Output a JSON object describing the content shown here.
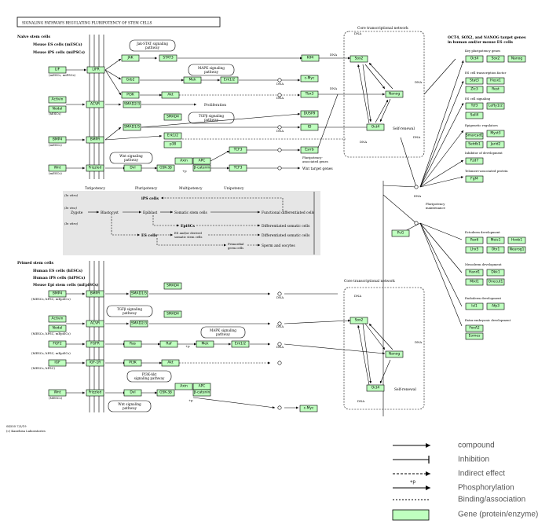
{
  "title": "SIGNALING PATHWAYS REGULATING PLURIPOTENCY OF STEM CELLS",
  "footer": {
    "code": "04550 7/3/19",
    "copyright": "(c) Kanehisa Laboratories"
  },
  "sections": {
    "naive_title": "Naive stem cells",
    "naive_mouse_es": "Mouse ES cells (mESCs)",
    "naive_mouse_ips": "Mouse iPS cells (miPSCs)",
    "primed_title": "Primed stem cells",
    "primed_human_es": "Human ES cells (hESCs)",
    "primed_human_ips": "Human iPS cells (hiPSCs)",
    "primed_mouse_epi": "Mouse Epi stem cells (mEpiSCs)",
    "core_network_top": "Core transcriptional network",
    "core_network_bottom": "Core transcriptional network",
    "target_genes_title_1": "OCT4, SOX2, and NANOG target genes",
    "target_genes_title_2": "in human and/or mouse ES cells",
    "self_renewal_top": "Self-renewal",
    "self_renewal_bottom": "Self-renewal",
    "pluripotency_maintenance_1": "Pluripotency",
    "pluripotency_maintenance_2": "maintenance",
    "proliferation": "Proliferation",
    "pluripotency_assoc_1": "Pluripotency-",
    "pluripotency_assoc_2": "associated genes",
    "wnt_target": "Wnt target genes"
  },
  "source_labels": {
    "lif_src": "(mESCs, miPSCs)",
    "nodal_src": "(hESCs)",
    "bmp4_src": "(mESCs)",
    "wnt_src": "(mESCs)",
    "bmp4b_src": "(MESCs, hPSC, mEpiSCs)",
    "nodalb_src": "(MESCs, hPSC, mEpiSCs)",
    "fgf2_src": "(MESCs, hPSC, mEpiSCs)",
    "igf_src": "(MESCs, hPSC)",
    "wntb_src": "(MESCs)"
  },
  "genes": {
    "lif": "LIF",
    "lifr": "LIFR",
    "jak": "JAK",
    "stat3": "STAT3",
    "klf4": "Klf4",
    "cmyc": "c-Myc",
    "grb2": "Grb2",
    "mek": "Mek",
    "erk12": "Erk1/2",
    "tbx3": "Tbx3",
    "pi3k": "PI3K",
    "akt": "Akt",
    "smad23": "SMAD2/3",
    "activin": "Activin",
    "nodal": "Nodal",
    "acvr": "ACVR",
    "smad4": "SMAD4",
    "dusp9": "DUSP9",
    "id": "ID",
    "bmp4": "BMP4",
    "bmpr": "BMPR",
    "smad15": "SMAD1/5",
    "erk12b": "Erk1/2",
    "p38": "p38",
    "tcf3": "TCF3",
    "esrrb": "Esrrb",
    "wnt": "Wnt",
    "frizzled": "Frizzled",
    "dvl": "Dvl",
    "gsk3b": "GSK-3β",
    "axin": "Axin",
    "apc": "APC",
    "bcatenin": "β-catenin",
    "tcf3b": "TCF3",
    "sox2": "Sox2",
    "nanog": "Nanog",
    "oct4": "Oct4",
    "t_oct4": "Oct4",
    "t_sox2": "Sox2",
    "t_nanog": "Nanog",
    "t_stat3": "Stat3",
    "t_hesx1": "Hesx1",
    "t_zic3": "Zic3",
    "t_rest": "Rest",
    "t_tcf3": "Tcf3",
    "t_lefty12": "Lefty1/2",
    "t_sall4": "Sall4",
    "t_smarcad1": "Smarcad1",
    "t_myst3": "Myst3",
    "t_setdb1": "Setdb1",
    "t_jarid2": "Jarid2",
    "t_fzd7": "Fzd7",
    "t_fgf4": "Fgf4",
    "t_pax6": "Pax6",
    "t_meis1": "Meis1",
    "t_hoxb1": "Hoxb1",
    "t_lhx5": "Lhx5",
    "t_otx1": "Otx1",
    "t_neurog1": "Neurog1",
    "t_hand1": "Hand1",
    "t_dkk1": "Dkk1",
    "t_mixl1": "Mixl1",
    "t_onecut1": "Onecut1",
    "t_isl1": "Isl1",
    "t_afp3": "Afp3",
    "t_foxa2": "FoxA2",
    "t_eomes": "Eomes",
    "t_pcg": "PcG",
    "b_bmp4": "BMP4",
    "b_bmpr": "BMPR",
    "b_smad15": "SMAD1/5",
    "b_smad4": "SMAD4",
    "b_activin": "Activin",
    "b_nodal": "Nodal",
    "b_acvr": "ACVR",
    "b_smad23": "SMAD2/3",
    "b_smad4b": "SMAD4",
    "b_fgf2": "FGF2",
    "b_fgfr": "FGFR",
    "b_ras": "Ras",
    "b_raf": "Raf",
    "b_mek": "Mek",
    "b_erk12": "Erk1/2",
    "b_igf": "IGF",
    "b_igf1r": "IGF-1R",
    "b_pi3k": "PI3K",
    "b_akt": "Akt",
    "b_wnt": "Wnt",
    "b_frizzled": "Frizzled",
    "b_dvl": "Dvl",
    "b_axin": "Axin",
    "b_apc": "APC",
    "b_gsk3b": "GSK-3β",
    "b_bcatenin": "β-catenin",
    "b_cmyc": "c-Myc",
    "b_sox2": "Sox2",
    "b_nanog": "Nanog",
    "b_oct4": "Oct4"
  },
  "pathway_boxes": {
    "jak_stat": [
      "Jak-STAT signaling",
      "pathway"
    ],
    "mapk_top": [
      "MAPK signaling",
      "pathway"
    ],
    "tgfb_top": [
      "TGFβ signaling",
      "pathway"
    ],
    "wnt_top": [
      "Wnt signaling",
      "pathway"
    ],
    "tgfb_bottom": [
      "TGFβ signaling",
      "pathway"
    ],
    "mapk_bottom": [
      "MAPK signaling",
      "pathway"
    ],
    "pi3k_akt": [
      "PI3K-Akt",
      "signaling pathway"
    ],
    "wnt_bottom": [
      "Wnt signaling",
      "pathway"
    ]
  },
  "target_categories": {
    "key": "Key pluripotency genes",
    "es_tf": "ES cell transcription factor",
    "es_sig": "ES cell signaling",
    "epigenetic": "Epigenetic regulators",
    "inhibitor": "Inhibitor of development",
    "telomere": "Telomere-associated protein",
    "ecto": "Ectoderm development",
    "meso": "Mesoderm development",
    "endo": "Endoderm development",
    "extra": "Extra-embryonic development"
  },
  "development": {
    "col_totipotency": "Totipotency",
    "col_pluripotency": "Pluripotency",
    "col_multipotency": "Multipotency",
    "col_unipotency": "Unipotency",
    "in_vitro": "(In vitro)",
    "in_vivo": "(In vivo)",
    "in_vitro2": "(In vitro)",
    "ips_cells": "iPS cells",
    "zygote": "Zygote",
    "blastocyst": "Blastocyst",
    "epiblast": "Epiblast",
    "somatic_stem": "Somatic stem cells",
    "functional_diff": "Functional differentiated cells",
    "epi_cells": "EpiSCs",
    "es_cells": "ES cells",
    "es_derived_1": "ES and/or derived",
    "es_derived_2": "somatic stem cells",
    "diff_somatic_1": "Differentiated somatic cells",
    "diff_somatic_2": "Differentiated somatic cells",
    "primordial_1": "Primordial",
    "primordial_2": "germ cells",
    "sperm": "Sperm and oocytes"
  },
  "marks": {
    "dna": "DNA",
    "phospho": "+p"
  },
  "legend": {
    "compound": "compound",
    "inhibition": "Inhibition",
    "indirect": "Indirect effect",
    "phosphorylation": "Phosphorylation",
    "binding": "Binding/association",
    "gene": "Gene (protein/enzyme)",
    "phospho_mark": "+p",
    "gene_color": "#bfffbf"
  }
}
